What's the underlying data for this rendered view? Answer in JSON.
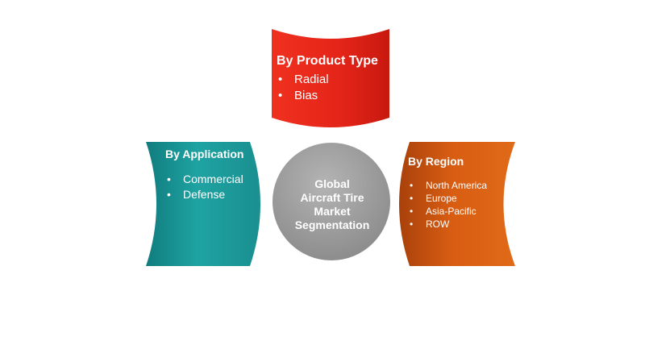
{
  "center": {
    "lines": [
      "Global",
      "Aircraft Tire",
      "Market",
      "Segmentation"
    ]
  },
  "product_type": {
    "title": "By Product Type",
    "items": [
      "Radial",
      "Bias"
    ],
    "color": "#e8281c"
  },
  "application": {
    "title": "By Application",
    "items": [
      "Commercial",
      "Defense"
    ],
    "color": "#1c9a9a"
  },
  "region": {
    "title": "By Region",
    "items": [
      "North America",
      "Europe",
      "Asia-Pacific",
      "ROW"
    ],
    "color": "#d35a10"
  },
  "colors": {
    "circle": "#9a9a9a"
  }
}
